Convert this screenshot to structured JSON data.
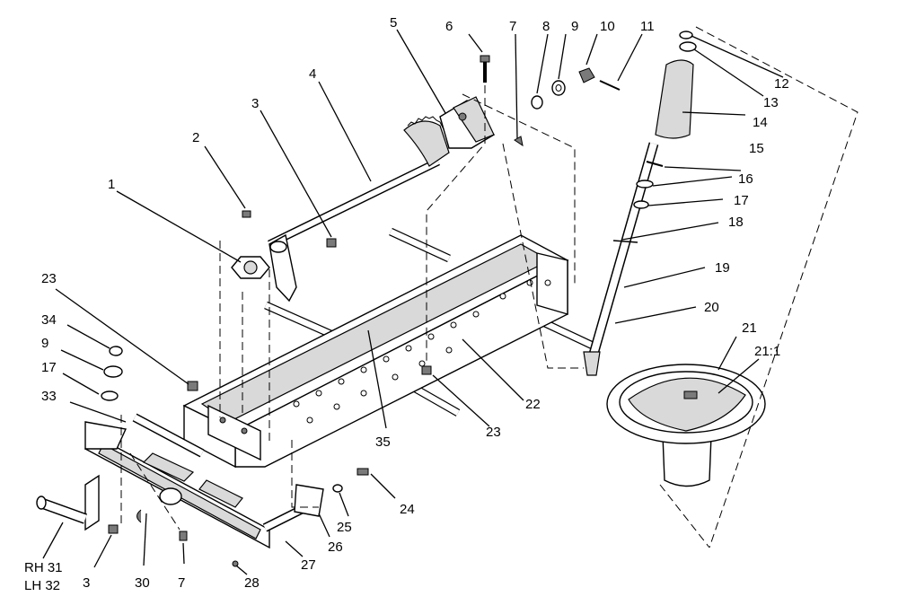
{
  "callouts": [
    {
      "id": "c1",
      "text": "1"
    },
    {
      "id": "c2",
      "text": "2"
    },
    {
      "id": "c3a",
      "text": "3"
    },
    {
      "id": "c4",
      "text": "4"
    },
    {
      "id": "c5",
      "text": "5"
    },
    {
      "id": "c6",
      "text": "6"
    },
    {
      "id": "c7a",
      "text": "7"
    },
    {
      "id": "c8",
      "text": "8"
    },
    {
      "id": "c9a",
      "text": "9"
    },
    {
      "id": "c10",
      "text": "10"
    },
    {
      "id": "c11",
      "text": "11"
    },
    {
      "id": "c12",
      "text": "12"
    },
    {
      "id": "c13",
      "text": "13"
    },
    {
      "id": "c14",
      "text": "14"
    },
    {
      "id": "c15",
      "text": "15"
    },
    {
      "id": "c16",
      "text": "16"
    },
    {
      "id": "c17a",
      "text": "17"
    },
    {
      "id": "c18",
      "text": "18"
    },
    {
      "id": "c19",
      "text": "19"
    },
    {
      "id": "c20",
      "text": "20"
    },
    {
      "id": "c21",
      "text": "21"
    },
    {
      "id": "c21b",
      "text": "21:1"
    },
    {
      "id": "c22",
      "text": "22"
    },
    {
      "id": "c23a",
      "text": "23"
    },
    {
      "id": "c23b",
      "text": "23"
    },
    {
      "id": "c24",
      "text": "24"
    },
    {
      "id": "c25",
      "text": "25"
    },
    {
      "id": "c26",
      "text": "26"
    },
    {
      "id": "c27",
      "text": "27"
    },
    {
      "id": "c28",
      "text": "28"
    },
    {
      "id": "c3b",
      "text": "3"
    },
    {
      "id": "c30",
      "text": "30"
    },
    {
      "id": "c7b",
      "text": "7"
    },
    {
      "id": "c33",
      "text": "33"
    },
    {
      "id": "c34",
      "text": "34"
    },
    {
      "id": "c9b",
      "text": "9"
    },
    {
      "id": "c17b",
      "text": "17"
    },
    {
      "id": "c35",
      "text": "35"
    },
    {
      "id": "rh",
      "text": "RH 31"
    },
    {
      "id": "lh",
      "text": "LH 32"
    }
  ]
}
